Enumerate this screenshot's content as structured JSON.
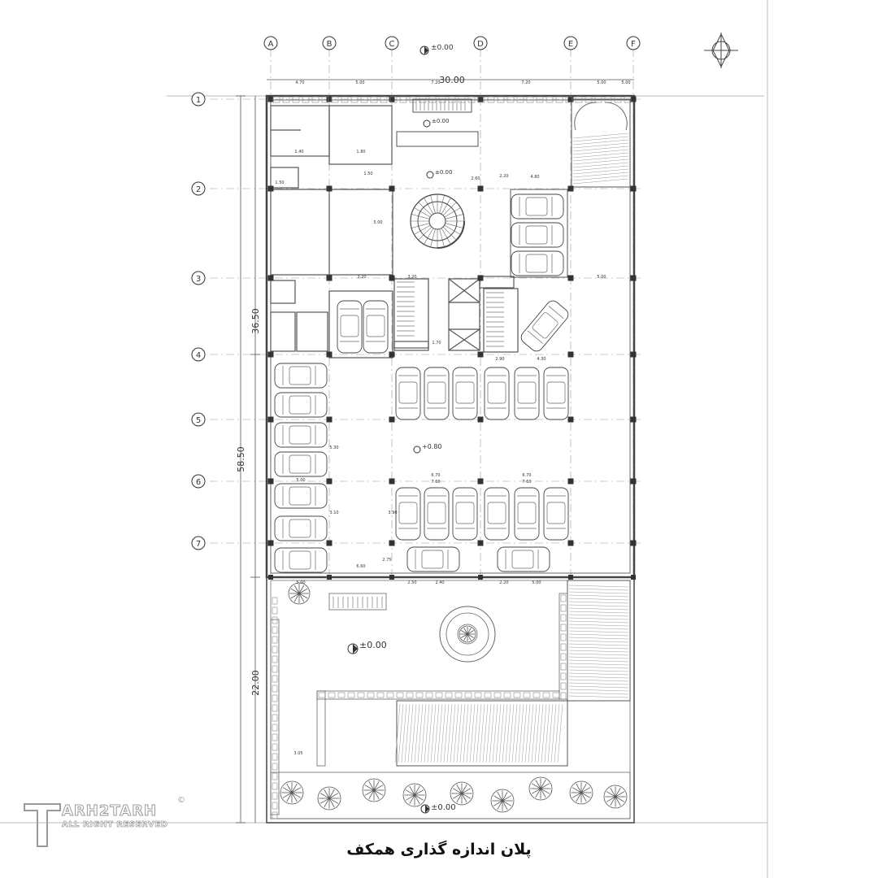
{
  "title": "پلان اندازه گذاری همکف",
  "logo": {
    "name": "ARH2TARH",
    "sub": "ALL RIGHT RESERVED",
    "reg": "©"
  },
  "axes_letters": [
    "A",
    "B",
    "C",
    "D",
    "E",
    "F"
  ],
  "axes_numbers": [
    "1",
    "2",
    "3",
    "4",
    "5",
    "6",
    "7"
  ],
  "overall_dims": {
    "width": "30.00",
    "left_total": "58.50",
    "left_upper": "36.50",
    "left_lower": "22.00"
  },
  "levels": {
    "top": "±0.00",
    "entry": "±0.00",
    "hall": "±0.00",
    "parking": "+0.80",
    "yard": "±0.00",
    "bottom": "±0.00"
  },
  "top_dims": [
    "4.70",
    "5.00",
    "7.20",
    "7.20",
    "5.00",
    "5.00"
  ],
  "inner_dims": [
    "1.40",
    "1.80",
    "1.50",
    "5.00",
    "4.80",
    "3.20",
    "3.20",
    "5.00",
    "2.90",
    "4.30",
    "6.70",
    "6.70",
    "7.60",
    "7.60",
    "6.60",
    "5.00",
    "2.50",
    "2.40",
    "2.20",
    "3.90",
    "5.30",
    "3.10",
    "5.00",
    "5.00",
    "2.60",
    "3.05",
    "2.20",
    "1.70",
    "1.50",
    "2.75"
  ]
}
